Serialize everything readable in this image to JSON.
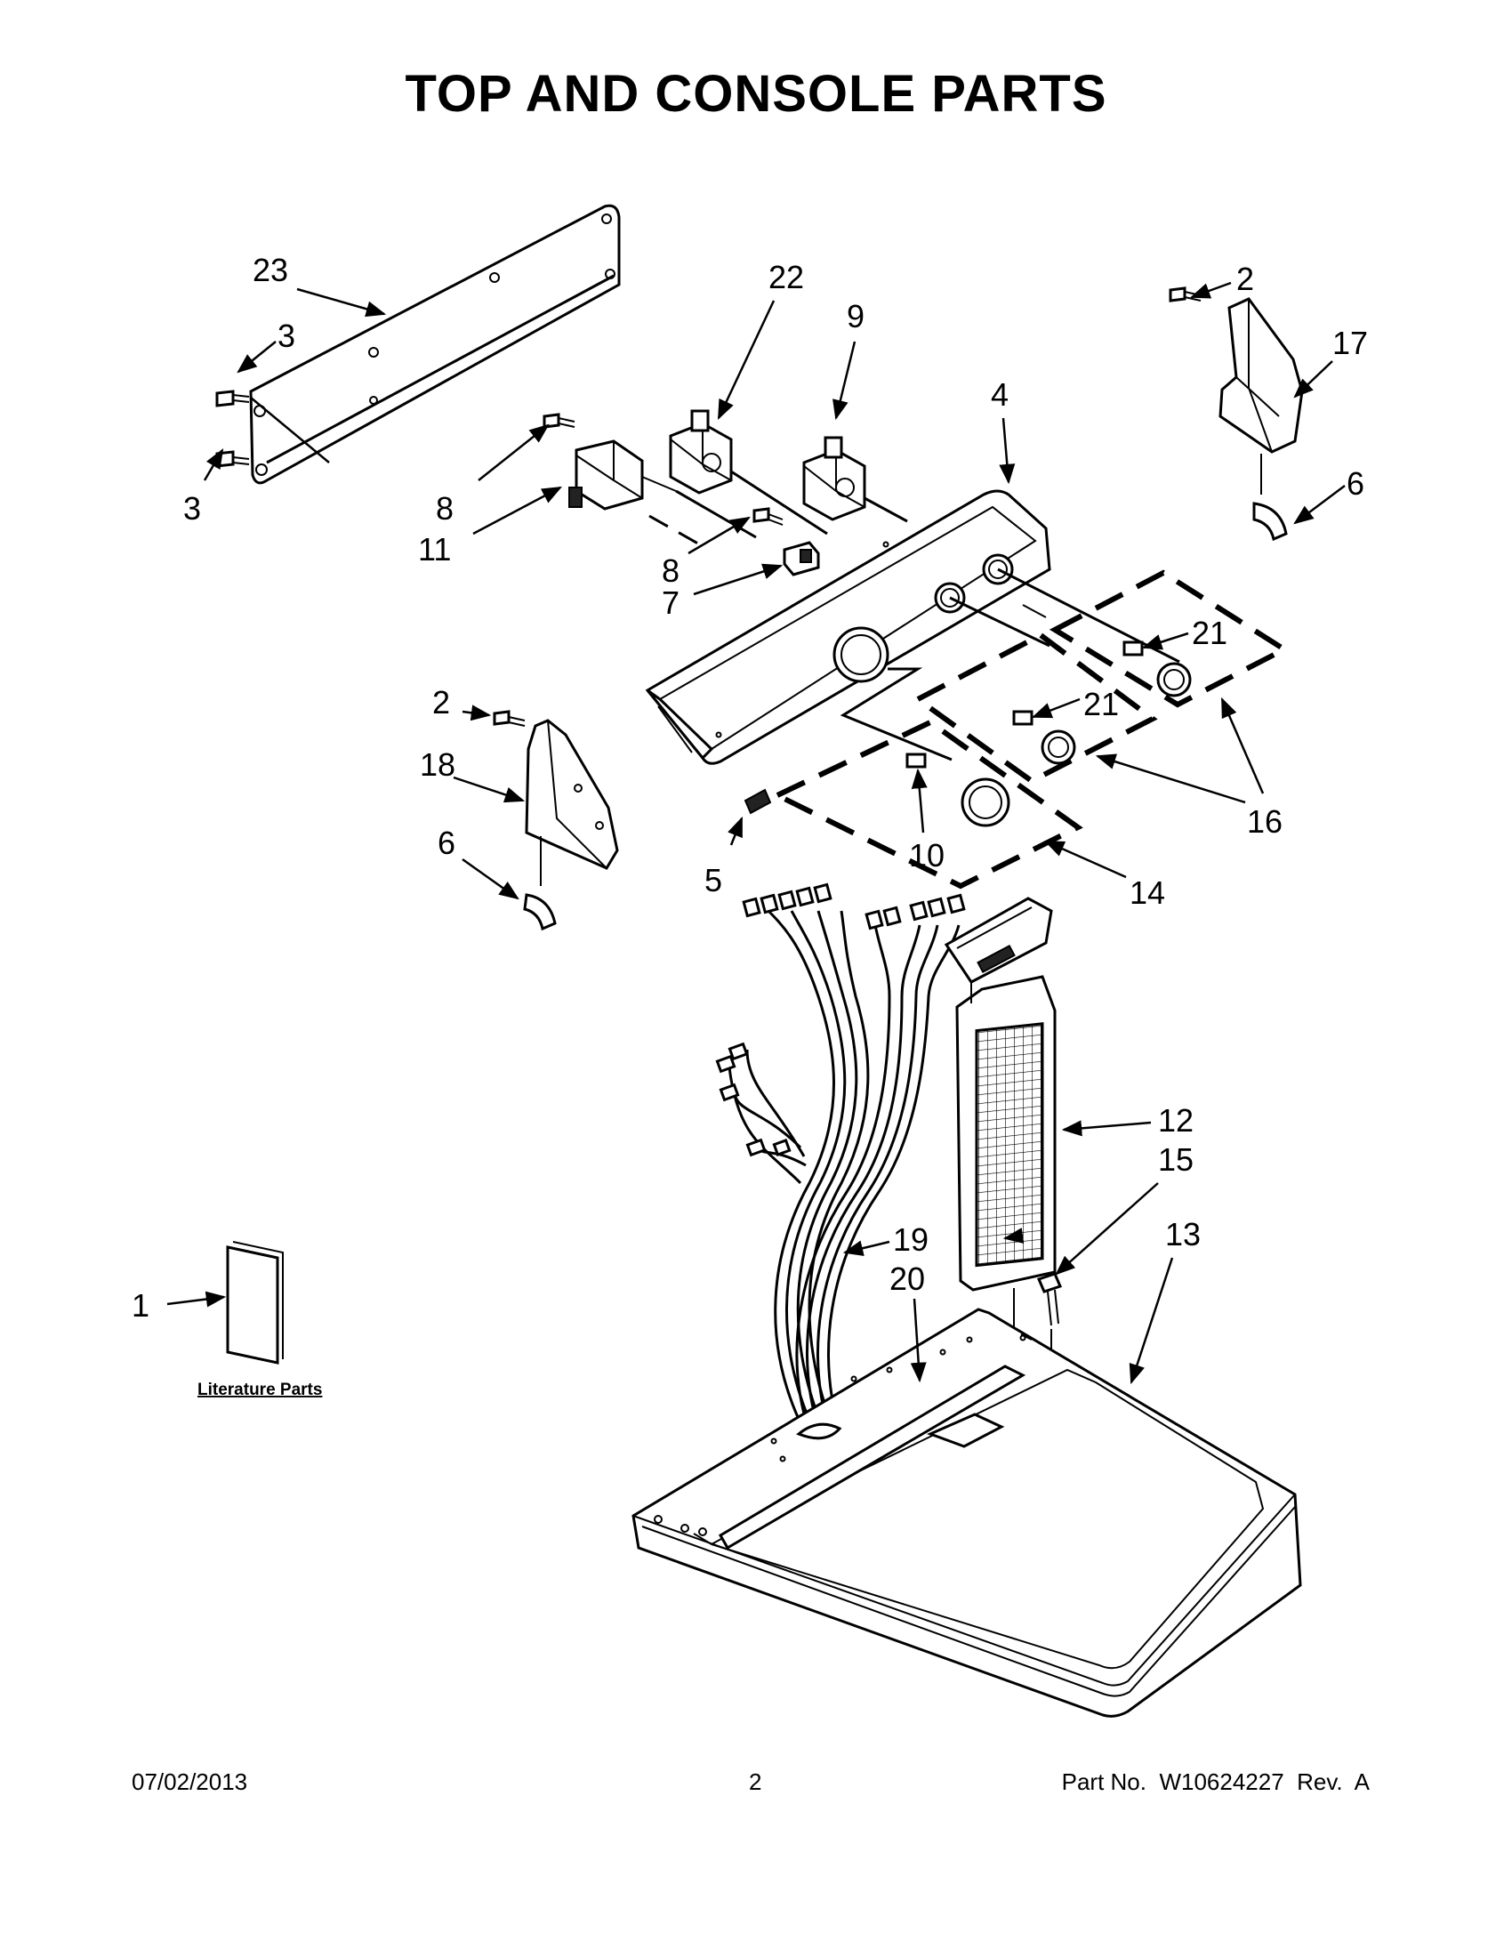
{
  "title": "TOP AND CONSOLE PARTS",
  "footer": {
    "date": "07/02/2013",
    "page": "2",
    "part_no": "Part No.  W10624227  Rev.  A"
  },
  "literature_label": "Literature Parts",
  "callouts": {
    "c1": "1",
    "c2a": "2",
    "c2b": "2",
    "c3a": "3",
    "c3b": "3",
    "c4": "4",
    "c5": "5",
    "c6a": "6",
    "c6b": "6",
    "c7": "7",
    "c8a": "8",
    "c8b": "8",
    "c9": "9",
    "c10": "10",
    "c11": "11",
    "c12": "12",
    "c13": "13",
    "c14": "14",
    "c15": "15",
    "c16": "16",
    "c17": "17",
    "c18": "18",
    "c19": "19",
    "c20": "20",
    "c21a": "21",
    "c21b": "21",
    "c22": "22",
    "c23": "23"
  }
}
